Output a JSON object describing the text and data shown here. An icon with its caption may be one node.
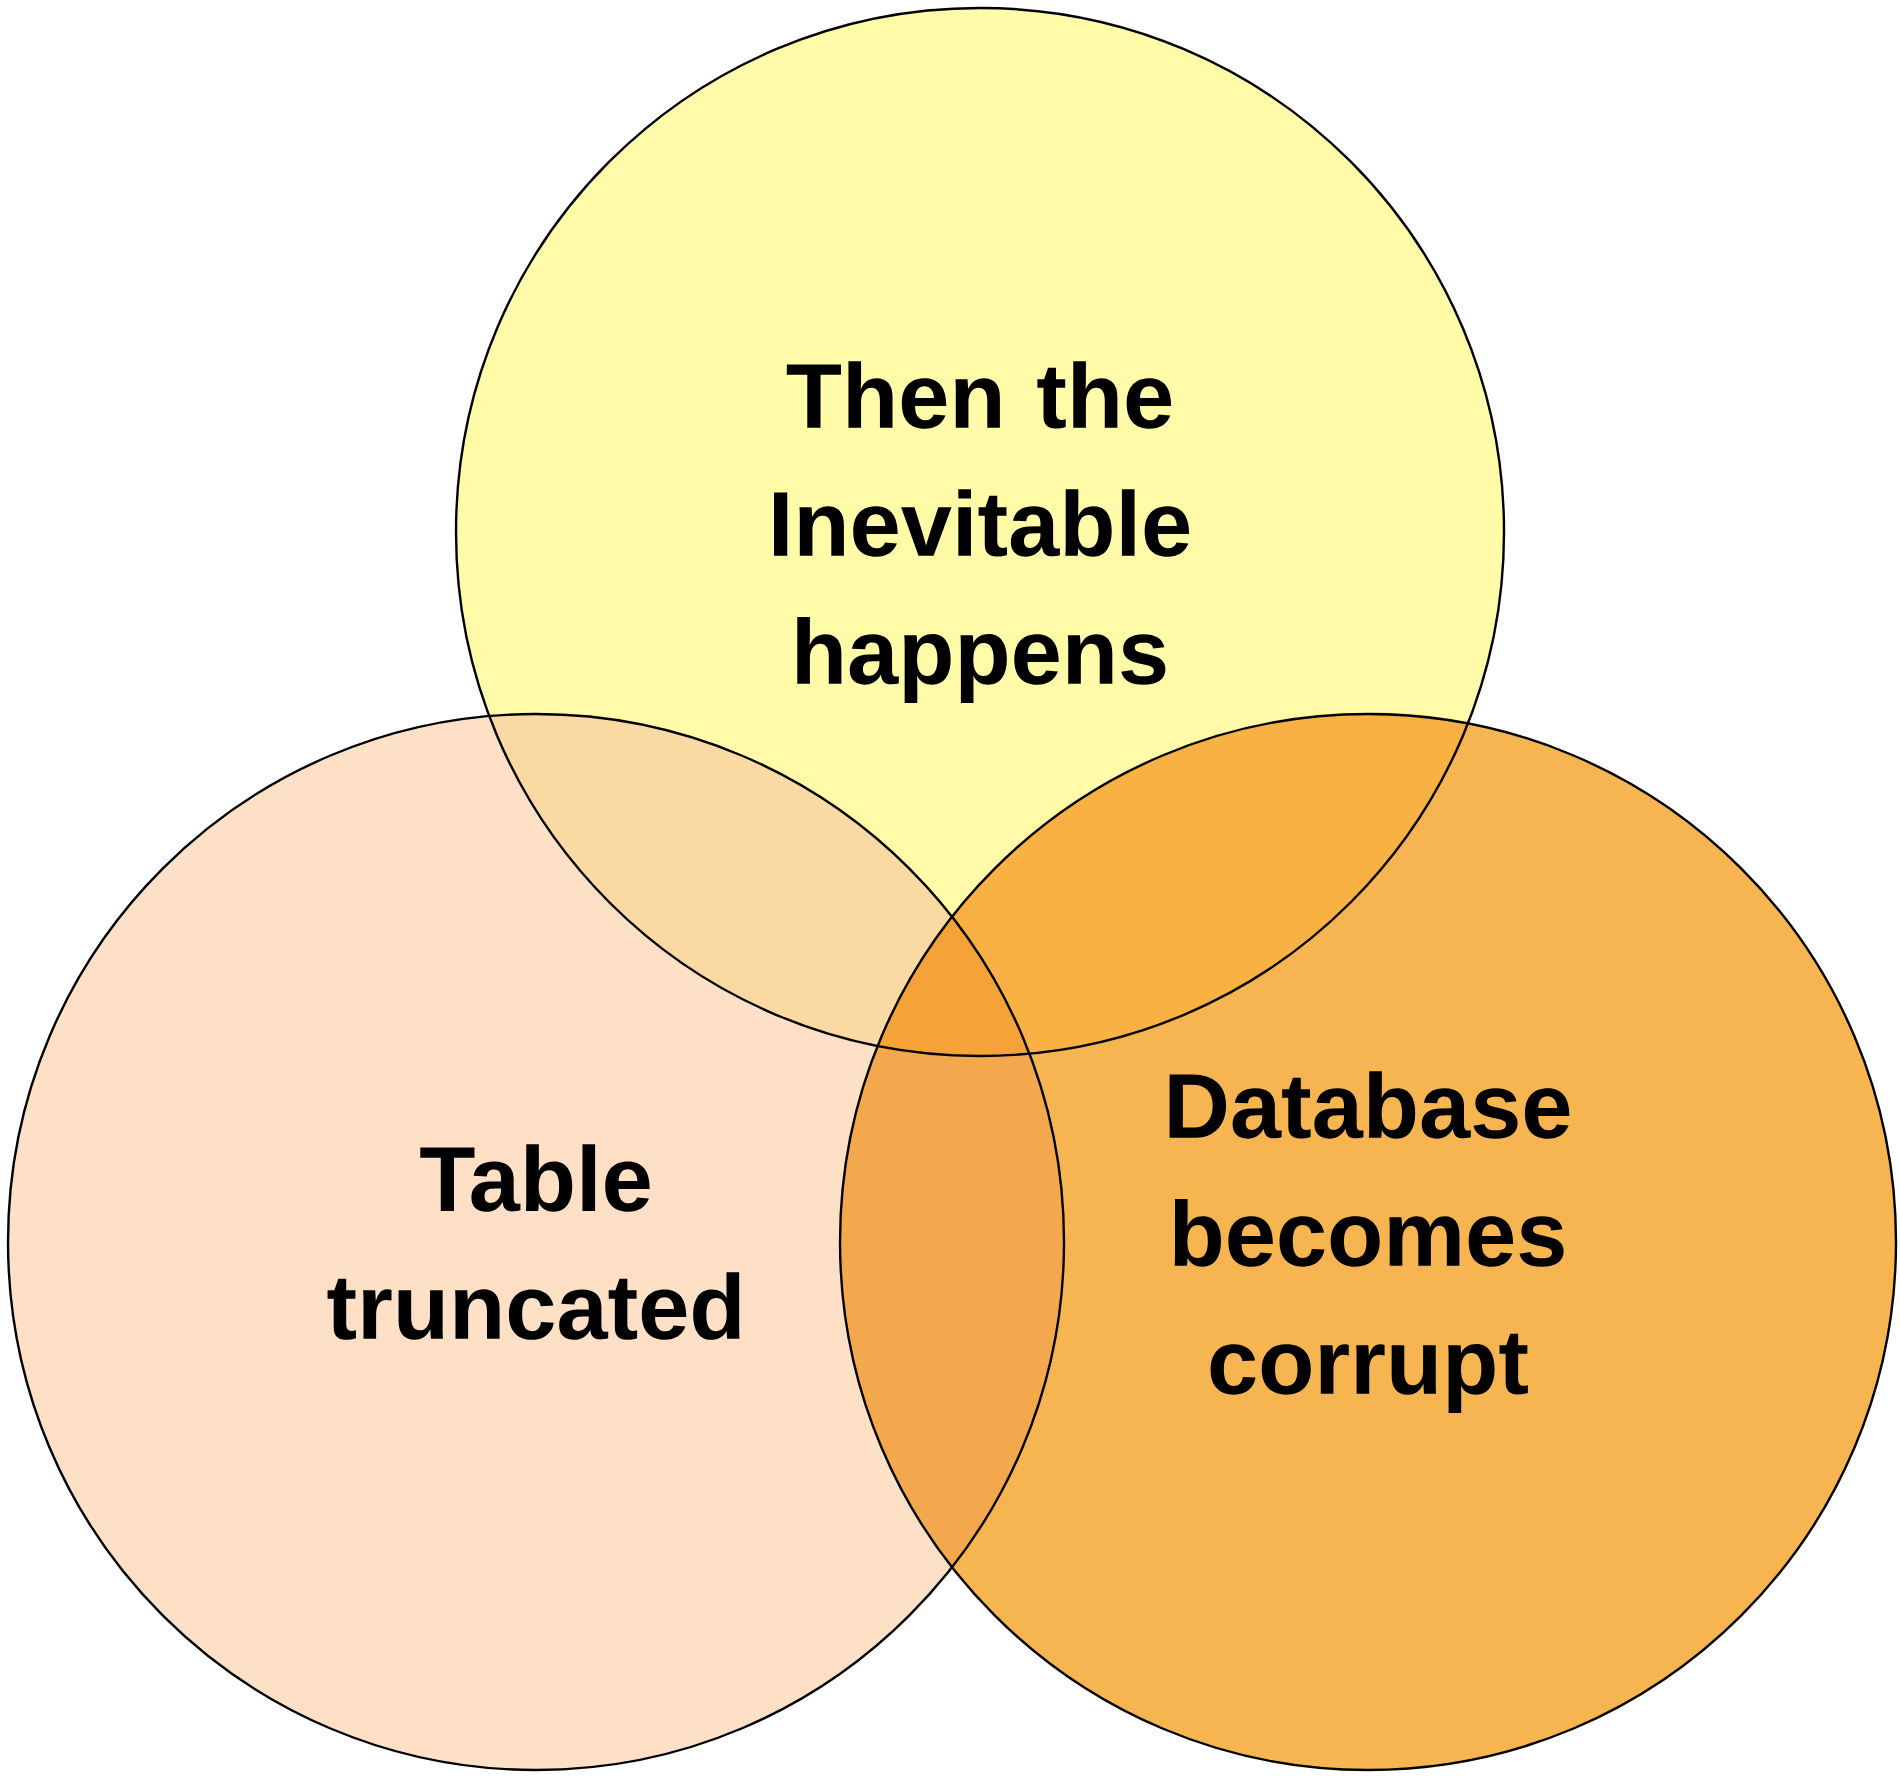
{
  "diagram": {
    "nodes": [
      {
        "text": [
          "Then the Inevitable happens"
        ]
      },
      {
        "text": [
          "Table truncated"
        ]
      },
      {
        "text": [
          "Database becomes corrupt"
        ]
      }
    ]
  }
}
